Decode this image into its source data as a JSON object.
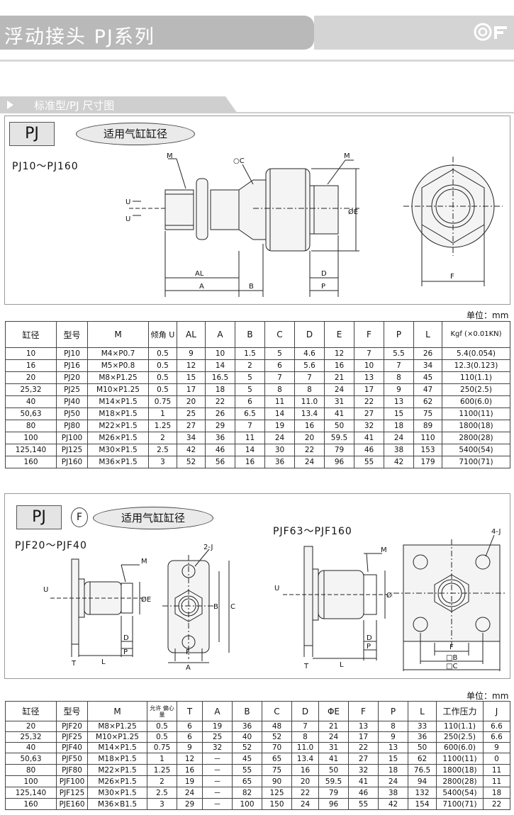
{
  "header": {
    "title": "浮动接头 PJ系列"
  },
  "section": {
    "title": "标准型/PJ 尺寸图"
  },
  "panel1": {
    "code": "PJ",
    "pill": "适用气缸缸径",
    "range": "PJ10～PJ160",
    "dims": {
      "M1": "M",
      "C": "○C",
      "M2": "M",
      "U1": "U",
      "U2": "U",
      "E": "ØE",
      "AL": "AL",
      "A": "A",
      "B": "B",
      "D": "D",
      "P": "P",
      "F": "F"
    }
  },
  "table1": {
    "unit": "单位：mm",
    "headers": [
      "缸径",
      "型号",
      "M",
      "倾角 U",
      "AL",
      "A",
      "B",
      "C",
      "D",
      "E",
      "F",
      "P",
      "L",
      "Kgf (×0.01KN)"
    ],
    "rows": [
      [
        "10",
        "PJ10",
        "M4×P0.7",
        "0.5",
        "9",
        "10",
        "1.5",
        "5",
        "4.6",
        "12",
        "7",
        "5.5",
        "26",
        "5.4(0.054)"
      ],
      [
        "16",
        "PJ16",
        "M5×P0.8",
        "0.5",
        "12",
        "14",
        "2",
        "6",
        "5.6",
        "16",
        "10",
        "7",
        "34",
        "12.3(0.123)"
      ],
      [
        "20",
        "PJ20",
        "M8×P1.25",
        "0.5",
        "15",
        "16.5",
        "5",
        "7",
        "7",
        "21",
        "13",
        "8",
        "45",
        "110(1.1)"
      ],
      [
        "25,32",
        "PJ25",
        "M10×P1.25",
        "0.5",
        "17",
        "18",
        "5",
        "8",
        "8",
        "24",
        "17",
        "9",
        "47",
        "250(2.5)"
      ],
      [
        "40",
        "PJ40",
        "M14×P1.5",
        "0.75",
        "20",
        "22",
        "6",
        "11",
        "11.0",
        "31",
        "22",
        "13",
        "62",
        "600(6.0)"
      ],
      [
        "50,63",
        "PJ50",
        "M18×P1.5",
        "1",
        "25",
        "26",
        "6.5",
        "14",
        "13.4",
        "41",
        "27",
        "15",
        "75",
        "1100(11)"
      ],
      [
        "80",
        "PJ80",
        "M22×P1.5",
        "1.25",
        "27",
        "29",
        "7",
        "19",
        "16",
        "50",
        "32",
        "18",
        "89",
        "1800(18)"
      ],
      [
        "100",
        "PJ100",
        "M26×P1.5",
        "2",
        "34",
        "36",
        "11",
        "24",
        "20",
        "59.5",
        "41",
        "24",
        "110",
        "2800(28)"
      ],
      [
        "125,140",
        "PJ125",
        "M30×P1.5",
        "2.5",
        "42",
        "46",
        "14",
        "30",
        "22",
        "79",
        "46",
        "38",
        "153",
        "5400(54)"
      ],
      [
        "160",
        "PJ160",
        "M36×P1.5",
        "3",
        "52",
        "56",
        "16",
        "36",
        "24",
        "96",
        "55",
        "42",
        "179",
        "7100(71)"
      ]
    ]
  },
  "panel2": {
    "code": "PJ",
    "f_label": "F",
    "pill": "适用气缸缸径",
    "range_left": "PJF20～PJF40",
    "range_right": "PJF63～PJF160",
    "dims": {
      "M": "M",
      "J2": "2-J",
      "J4": "4-J",
      "U": "U",
      "E": "ØE",
      "B": "B",
      "C": "C",
      "D": "D",
      "P": "P",
      "T": "T",
      "L": "L",
      "F": "F",
      "A": "A",
      "sqB": "□B",
      "sqC": "□C"
    }
  },
  "table2": {
    "unit": "单位：mm",
    "headers": [
      "缸径",
      "型号",
      "M",
      "允许 偏心量",
      "T",
      "A",
      "B",
      "C",
      "D",
      "ΦE",
      "F",
      "P",
      "L",
      "工作压力",
      "J"
    ],
    "rows": [
      [
        "20",
        "PJF20",
        "M8×P1.25",
        "0.5",
        "6",
        "19",
        "36",
        "48",
        "7",
        "21",
        "13",
        "8",
        "33",
        "110(1.1)",
        "6.6"
      ],
      [
        "25,32",
        "PJF25",
        "M10×P1.25",
        "0.5",
        "6",
        "25",
        "40",
        "52",
        "8",
        "24",
        "17",
        "9",
        "36",
        "250(2.5)",
        "6.6"
      ],
      [
        "40",
        "PJF40",
        "M14×P1.5",
        "0.75",
        "9",
        "32",
        "52",
        "70",
        "11.0",
        "31",
        "22",
        "13",
        "50",
        "600(6.0)",
        "9"
      ],
      [
        "50,63",
        "PJF50",
        "M18×P1.5",
        "1",
        "12",
        "－",
        "45",
        "65",
        "13.4",
        "41",
        "27",
        "15",
        "62",
        "1100(11)",
        "0"
      ],
      [
        "80",
        "PJF80",
        "M22×P1.5",
        "1.25",
        "16",
        "－",
        "55",
        "75",
        "16",
        "50",
        "32",
        "18",
        "76.5",
        "1800(18)",
        "11"
      ],
      [
        "100",
        "PJF100",
        "M26×P1.5",
        "2",
        "19",
        "－",
        "65",
        "90",
        "20",
        "59.5",
        "41",
        "24",
        "94",
        "2800(28)",
        "11"
      ],
      [
        "125,140",
        "PJF125",
        "M30×P1.5",
        "2.5",
        "24",
        "－",
        "82",
        "125",
        "22",
        "79",
        "46",
        "38",
        "132",
        "5400(54)",
        "18"
      ],
      [
        "160",
        "PJE160",
        "M36×B1.5",
        "3",
        "29",
        "－",
        "100",
        "150",
        "24",
        "96",
        "55",
        "42",
        "154",
        "7100(71)",
        "22"
      ]
    ]
  }
}
